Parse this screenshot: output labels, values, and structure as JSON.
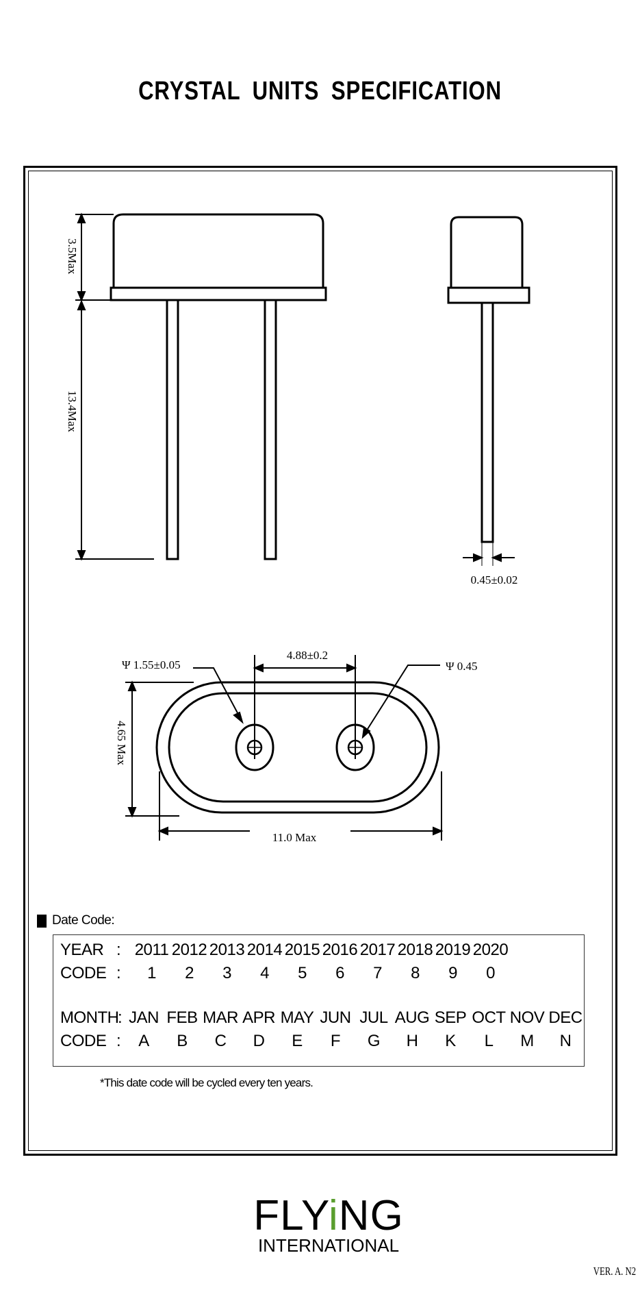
{
  "title": "CRYSTAL UNITS SPECIFICATION",
  "drawing": {
    "height_dim": "3.5Max",
    "lead_dim": "13.4Max",
    "lead_dia_dim": "0.45±0.02",
    "hole_dia_dim": "Ψ 1.55±0.05",
    "pitch_dim": "4.88±0.2",
    "lead_psi_dim": "Ψ 0.45",
    "width_dim": "4.65 Max",
    "length_dim": "11.0 Max"
  },
  "date_code": {
    "heading": "Date Code:",
    "year_label": "YEAR",
    "code_label": "CODE",
    "month_label": "MONTH",
    "colon": ":",
    "years": [
      "2011",
      "2012",
      "2013",
      "2014",
      "2015",
      "2016",
      "2017",
      "2018",
      "2019",
      "2020"
    ],
    "year_codes": [
      "1",
      "2",
      "3",
      "4",
      "5",
      "6",
      "7",
      "8",
      "9",
      "0"
    ],
    "months": [
      "JAN",
      "FEB",
      "MAR",
      "APR",
      "MAY",
      "JUN",
      "JUL",
      "AUG",
      "SEP",
      "OCT",
      "NOV",
      "DEC"
    ],
    "month_codes": [
      "A",
      "B",
      "C",
      "D",
      "E",
      "F",
      "G",
      "H",
      "K",
      "L",
      "M",
      "N"
    ],
    "note": "*This date code will be cycled every ten years."
  },
  "logo": {
    "main_pre": "FLY",
    "main_i": "i",
    "main_post": "NG",
    "sub": "INTERNATIONAL"
  },
  "version": "VER. A. N2"
}
